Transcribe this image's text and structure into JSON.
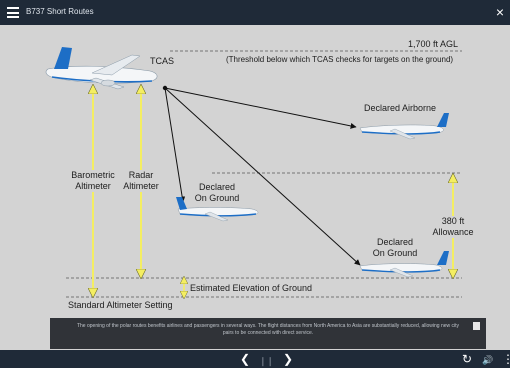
{
  "app": {
    "title": "B737 Short Routes"
  },
  "diagram": {
    "agl_label": "1,700 ft AGL",
    "threshold_note": "(Threshold below which TCAS checks for targets on the ground)",
    "tcas_label": "TCAS",
    "declared_airborne": "Declared  Airborne",
    "declared_ground_1": [
      "Declared",
      "On Ground"
    ],
    "declared_ground_2": [
      "Declared",
      "On Ground"
    ],
    "baro_label": [
      "Barometric",
      "Altimeter"
    ],
    "radar_label": [
      "Radar",
      "Altimeter"
    ],
    "allowance_label": [
      "380 ft",
      "Allowance"
    ],
    "elevation_label": "Estimated Elevation of Ground",
    "altimeter_setting_label": "Standard Altimeter Setting"
  },
  "caption": {
    "text": "The opening of the polar routes benefits airlines and passengers in several ways. The flight distances from North America to Asia are substantially reduced, allowing new city pairs to be connected with direct service."
  },
  "controls": {
    "prev": "❮",
    "pause": "❙❙",
    "next": "❯",
    "replay": "↻",
    "volume": "🔊",
    "more": "⋮"
  },
  "colors": {
    "topbar": "#1f2a38",
    "stage": "#d3d3d3",
    "caption_bg": "#303338",
    "arrow_yellow": "#f4ee62",
    "aircraft_blue": "#1d6ec6"
  }
}
